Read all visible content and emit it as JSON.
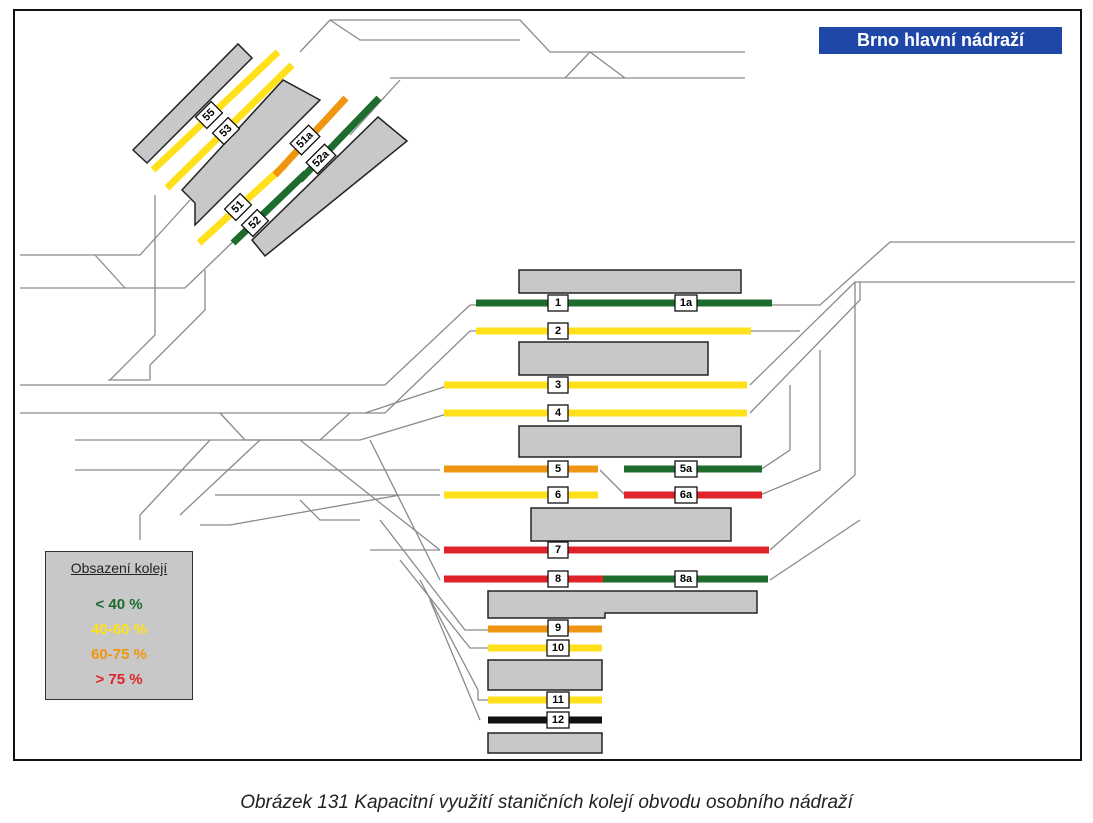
{
  "title": "Brno hlavní nádraží",
  "caption": "Obrázek 131 Kapacitní využití staničních kolejí obvodu osobního nádraží",
  "legend": {
    "title": "Obsazení kolejí",
    "items": [
      {
        "label": "< 40 %",
        "color": "#1e6b2e"
      },
      {
        "label": "40-60 %",
        "color": "#ffe01a"
      },
      {
        "label": "60-75 %",
        "color": "#f0950f"
      },
      {
        "label": "> 75 %",
        "color": "#e0232a"
      }
    ]
  },
  "colors": {
    "green": "#1e6b2e",
    "yellow": "#ffe01a",
    "orange": "#f0950f",
    "red": "#e0232a",
    "black": "#111111",
    "platform": "#c8c8c8",
    "line": "#8a8a8a"
  },
  "tracks": [
    {
      "label": "1",
      "occupancy": "< 40 %"
    },
    {
      "label": "1a",
      "occupancy": "< 40 %"
    },
    {
      "label": "2",
      "occupancy": "40-60 %"
    },
    {
      "label": "3",
      "occupancy": "40-60 %"
    },
    {
      "label": "4",
      "occupancy": "40-60 %"
    },
    {
      "label": "5",
      "occupancy": "60-75 %"
    },
    {
      "label": "5a",
      "occupancy": "< 40 %"
    },
    {
      "label": "6",
      "occupancy": "40-60 %"
    },
    {
      "label": "6a",
      "occupancy": "> 75 %"
    },
    {
      "label": "7",
      "occupancy": "> 75 %"
    },
    {
      "label": "8",
      "occupancy": "> 75 %"
    },
    {
      "label": "8a",
      "occupancy": "< 40 %"
    },
    {
      "label": "9",
      "occupancy": "60-75 %"
    },
    {
      "label": "10",
      "occupancy": "40-60 %"
    },
    {
      "label": "11",
      "occupancy": "40-60 %"
    },
    {
      "label": "12",
      "occupancy": ""
    },
    {
      "label": "51",
      "occupancy": "40-60 %"
    },
    {
      "label": "51a",
      "occupancy": "60-75 %"
    },
    {
      "label": "52",
      "occupancy": "< 40 %"
    },
    {
      "label": "52a",
      "occupancy": "< 40 %"
    },
    {
      "label": "53",
      "occupancy": "40-60 %"
    },
    {
      "label": "55",
      "occupancy": "40-60 %"
    }
  ]
}
